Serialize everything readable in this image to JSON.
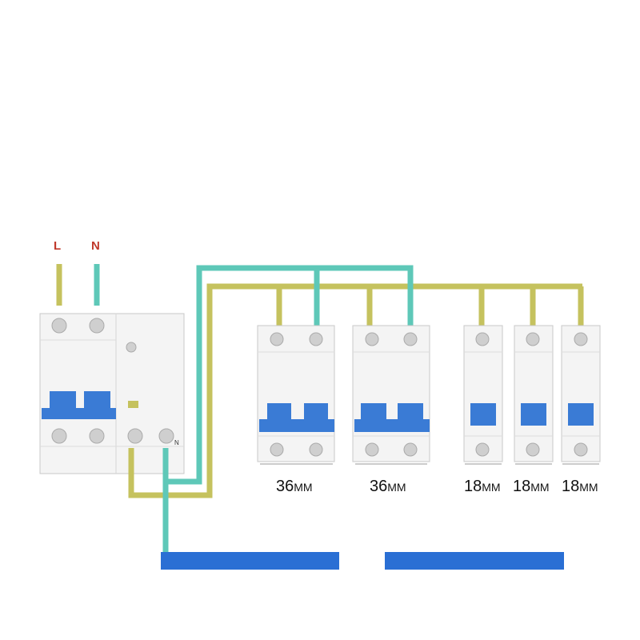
{
  "terminals": {
    "line_label": "L",
    "neutral_label": "N",
    "label_color": "#c0392b"
  },
  "rcbo": {
    "neutral_mark": "N"
  },
  "breakers": [
    {
      "width_value": "36",
      "width_unit": "MM"
    },
    {
      "width_value": "36",
      "width_unit": "MM"
    },
    {
      "width_value": "18",
      "width_unit": "MM"
    },
    {
      "width_value": "18",
      "width_unit": "MM"
    },
    {
      "width_value": "18",
      "width_unit": "MM"
    }
  ],
  "colors": {
    "live_wire": "#c5c25e",
    "neutral_wire": "#5ec8b8",
    "toggle": "#3a7bd5",
    "busbar": "#2a6fd4",
    "housing": "#f4f4f4",
    "housing_stroke": "#c8c8c8",
    "screw": "#cfcfcf"
  }
}
